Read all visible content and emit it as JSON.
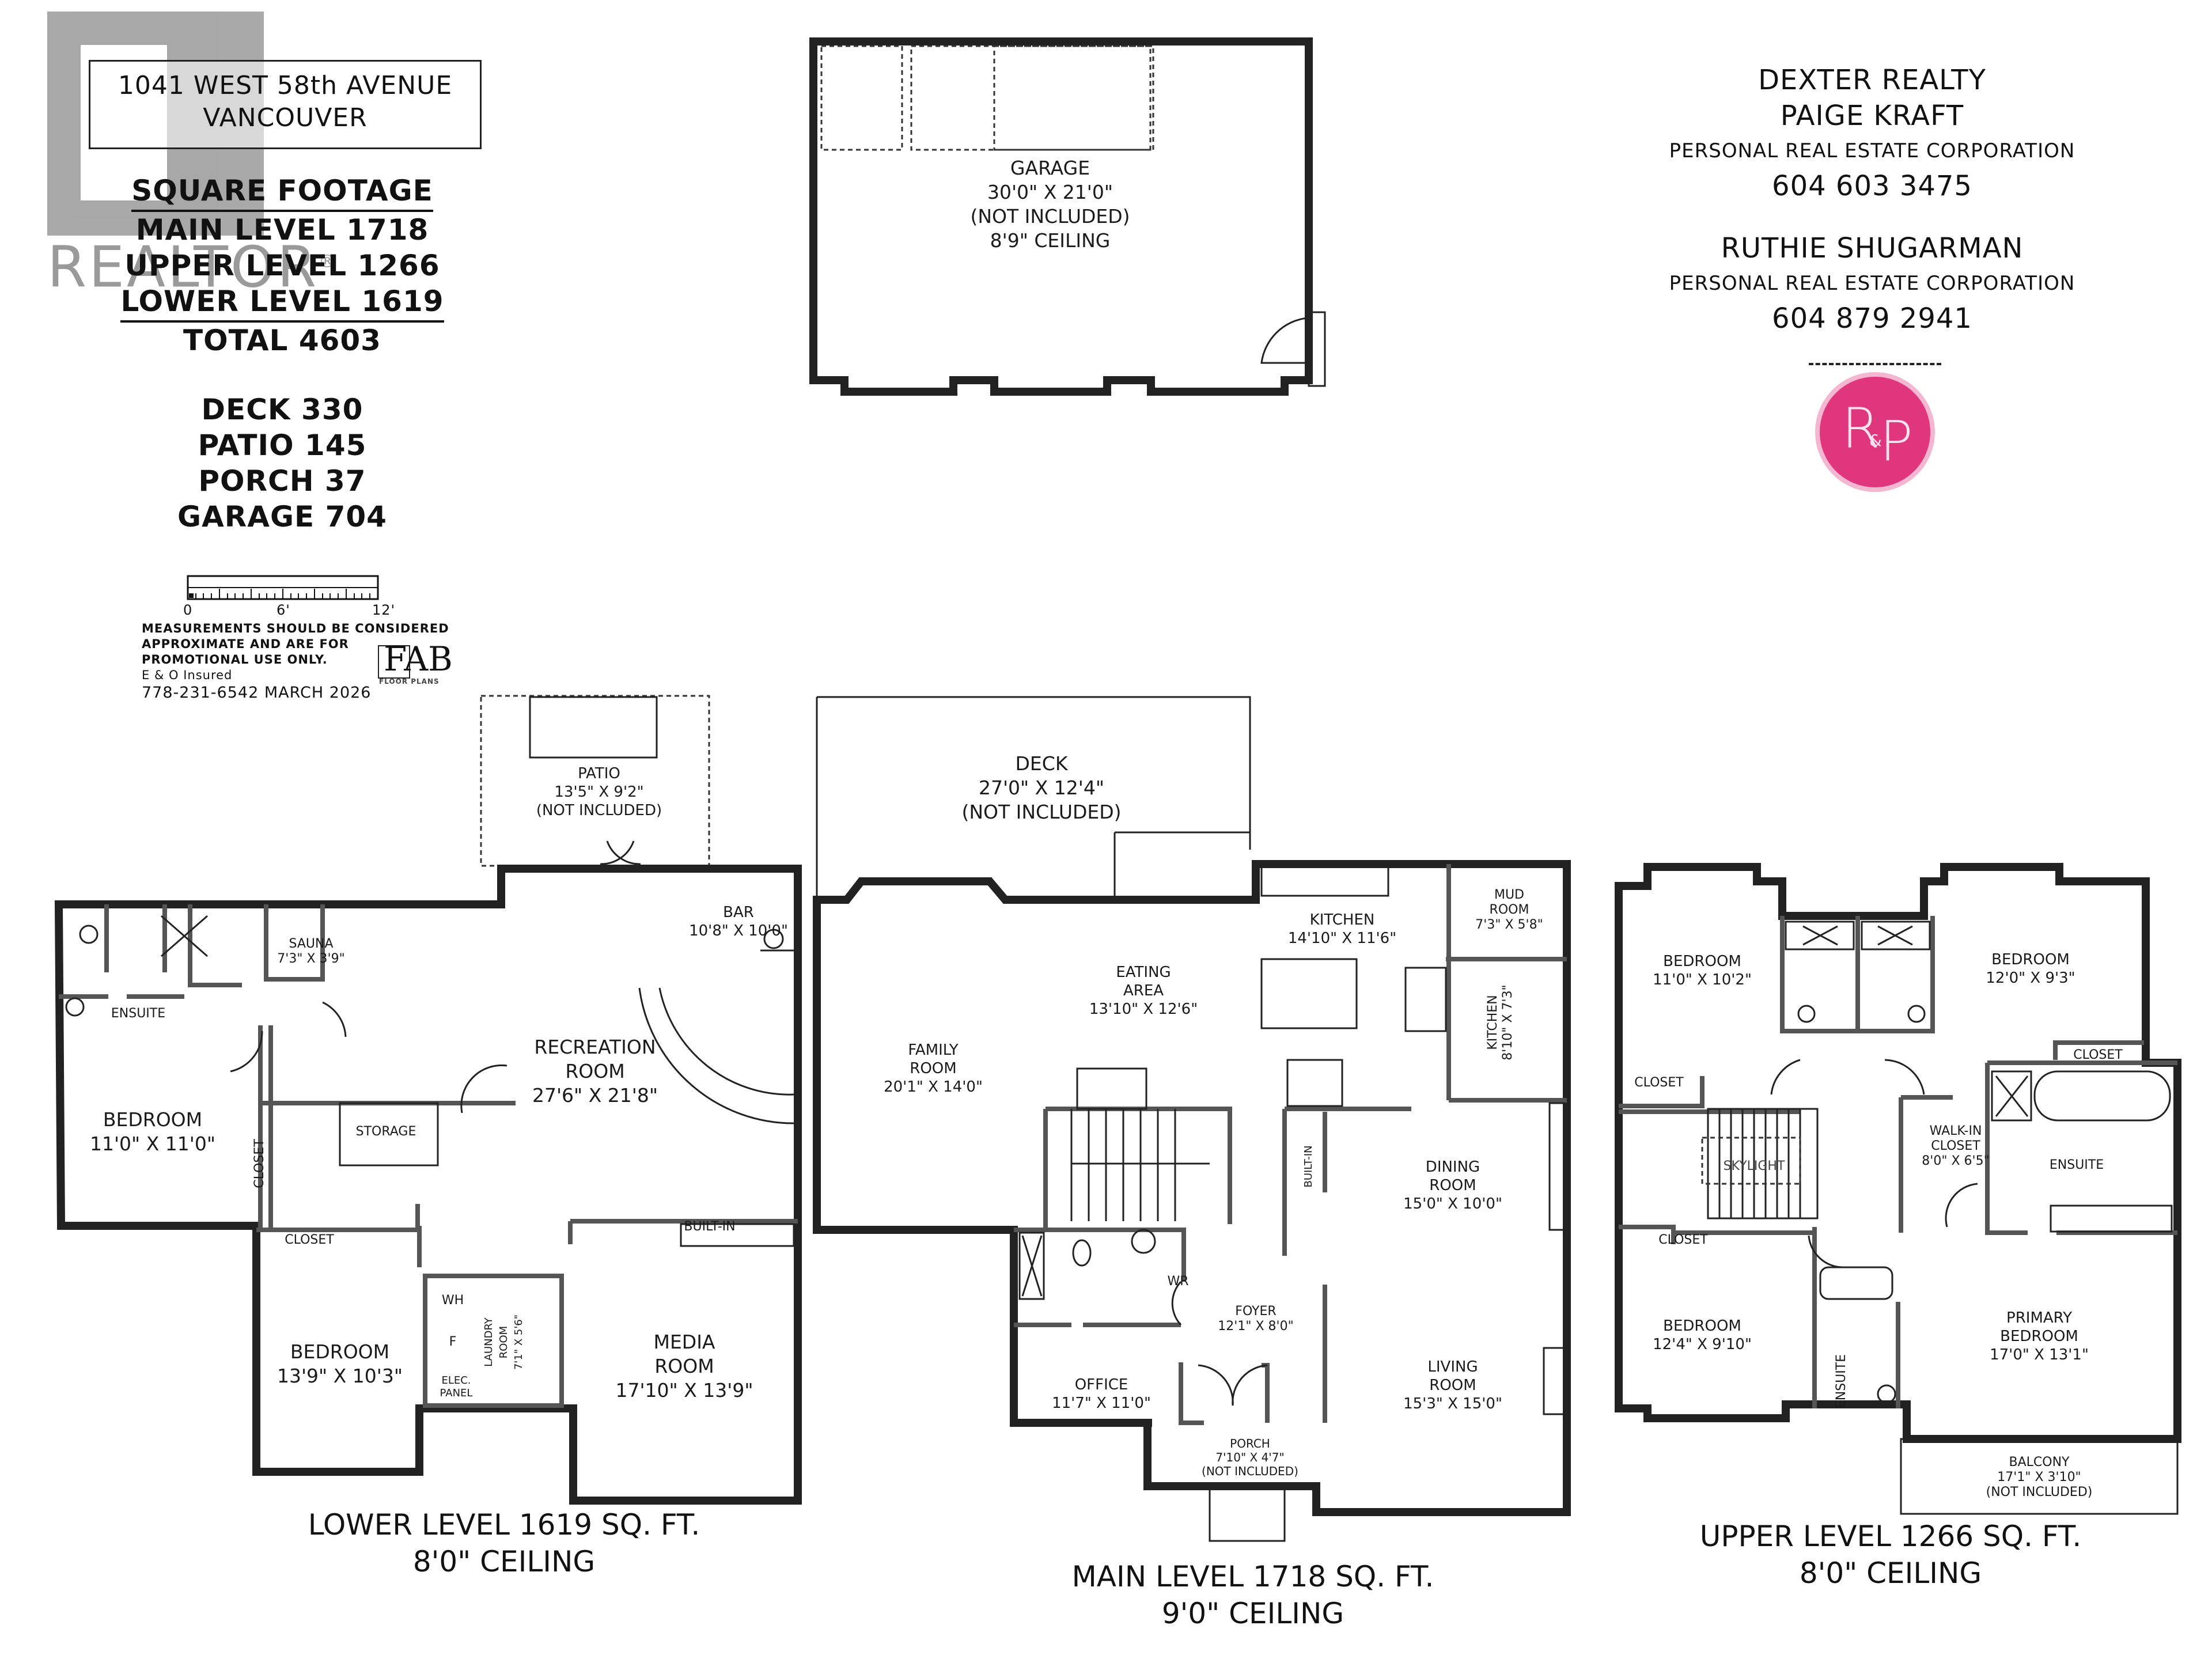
{
  "watermark": {
    "logo_text": "REALTOR",
    "registered_mark": "®"
  },
  "header": {
    "address_line1": "1041 WEST 58th AVENUE",
    "address_line2": "VANCOUVER"
  },
  "square_footage": {
    "title": "SQUARE FOOTAGE",
    "main_level": "MAIN LEVEL 1718",
    "upper_level": "UPPER LEVEL 1266",
    "lower_level": "LOWER LEVEL 1619",
    "total": "TOTAL 4603"
  },
  "exterior_areas": {
    "deck": "DECK 330",
    "patio": "PATIO 145",
    "porch": "PORCH 37",
    "garage": "GARAGE 704"
  },
  "scale_bar": {
    "labels": [
      "0",
      "6'",
      "12'"
    ]
  },
  "disclaimer": {
    "line1": "MEASUREMENTS SHOULD BE CONSIDERED",
    "line2": "APPROXIMATE AND ARE FOR",
    "line3": "PROMOTIONAL USE ONLY.",
    "line4": "E & O Insured",
    "line5": "778-231-6542  MARCH 2026"
  },
  "fab_logo": {
    "name": "FAB",
    "tagline": "FLOOR PLANS"
  },
  "agents": {
    "brokerage": "DEXTER REALTY",
    "agent1_name": "PAIGE KRAFT",
    "agent1_title": "PERSONAL REAL ESTATE CORPORATION",
    "agent1_phone": "604 603 3475",
    "agent2_name": "RUTHIE SHUGARMAN",
    "agent2_title": "PERSONAL REAL ESTATE CORPORATION",
    "agent2_phone": "604 879 2941",
    "logo_text": "R&P",
    "logo_color": "#e0367e"
  },
  "garage": {
    "name": "GARAGE",
    "dims": "30'0\" X 21'0\"",
    "note": "(NOT INCLUDED)",
    "ceiling": "8'9\" CEILING"
  },
  "lower_level": {
    "title": "LOWER LEVEL 1619 SQ. FT.",
    "ceiling": "8'0\" CEILING",
    "rooms": {
      "patio": {
        "name": "PATIO",
        "dims": "13'5\" X 9'2\"",
        "note": "(NOT INCLUDED)"
      },
      "bar": {
        "name": "BAR",
        "dims": "10'8\" X 10'0\""
      },
      "sauna": {
        "name": "SAUNA",
        "dims": "7'3\" X 3'9\""
      },
      "ensuite": {
        "name": "ENSUITE"
      },
      "recreation": {
        "name1": "RECREATION",
        "name2": "ROOM",
        "dims": "27'6\" X 21'8\""
      },
      "bedroom1": {
        "name": "BEDROOM",
        "dims": "11'0\" X 11'0\""
      },
      "closet_v": {
        "name": "CLOSET"
      },
      "storage": {
        "name": "STORAGE"
      },
      "closet_h": {
        "name": "CLOSET"
      },
      "built_in": {
        "name": "BUILT-IN"
      },
      "bedroom2": {
        "name": "BEDROOM",
        "dims": "13'9\" X 10'3\""
      },
      "laundry": {
        "name1": "LAUNDRY",
        "name2": "ROOM",
        "dims": "7'1\" X 5'6\""
      },
      "water_heater": {
        "name": "WH"
      },
      "furnace": {
        "name": "F"
      },
      "elec_panel": {
        "name1": "ELEC.",
        "name2": "PANEL"
      },
      "media": {
        "name1": "MEDIA",
        "name2": "ROOM",
        "dims": "17'10\" X 13'9\""
      }
    }
  },
  "main_level": {
    "title": "MAIN LEVEL 1718 SQ. FT.",
    "ceiling": "9'0\" CEILING",
    "rooms": {
      "deck": {
        "name": "DECK",
        "dims": "27'0\" X 12'4\"",
        "note": "(NOT INCLUDED)"
      },
      "kitchen": {
        "name": "KITCHEN",
        "dims": "14'10\" X 11'6\""
      },
      "mud_room": {
        "name1": "MUD",
        "name2": "ROOM",
        "dims": "7'3\" X 5'8\""
      },
      "eating": {
        "name1": "EATING",
        "name2": "AREA",
        "dims": "13'10\" X 12'6\""
      },
      "wok_kitchen": {
        "name": "KITCHEN",
        "dims": "8'10\" X 7'3\""
      },
      "family": {
        "name1": "FAMILY",
        "name2": "ROOM",
        "dims": "20'1\" X 14'0\""
      },
      "built_in": {
        "name": "BUILT-IN"
      },
      "dining": {
        "name1": "DINING",
        "name2": "ROOM",
        "dims": "15'0\" X 10'0\""
      },
      "wr": {
        "name": "WR"
      },
      "foyer": {
        "name": "FOYER",
        "dims": "12'1\" X 8'0\""
      },
      "office": {
        "name": "OFFICE",
        "dims": "11'7\" X 11'0\""
      },
      "porch": {
        "name": "PORCH",
        "dims": "7'10\" X 4'7\"",
        "note": "(NOT INCLUDED)"
      },
      "living": {
        "name1": "LIVING",
        "name2": "ROOM",
        "dims": "15'3\" X 15'0\""
      }
    }
  },
  "upper_level": {
    "title": "UPPER LEVEL 1266 SQ. FT.",
    "ceiling": "8'0\" CEILING",
    "rooms": {
      "bedroom_nw": {
        "name": "BEDROOM",
        "dims": "11'0\" X 10'2\""
      },
      "bedroom_ne": {
        "name": "BEDROOM",
        "dims": "12'0\" X 9'3\""
      },
      "closet_nw": {
        "name": "CLOSET"
      },
      "closet_ne": {
        "name": "CLOSET"
      },
      "skylight": {
        "name": "SKYLIGHT"
      },
      "walk_in": {
        "name1": "WALK-IN",
        "name2": "CLOSET",
        "dims": "8'0\" X 6'5\""
      },
      "ensuite_primary": {
        "name": "ENSUITE"
      },
      "closet_sw": {
        "name": "CLOSET"
      },
      "bedroom_sw": {
        "name": "BEDROOM",
        "dims": "12'4\" X 9'10\""
      },
      "ensuite_sw": {
        "name": "ENSUITE"
      },
      "primary": {
        "name1": "PRIMARY",
        "name2": "BEDROOM",
        "dims": "17'0\" X 13'1\""
      },
      "balcony": {
        "name": "BALCONY",
        "dims": "17'1\" X 3'10\"",
        "note": "(NOT INCLUDED)"
      }
    }
  }
}
